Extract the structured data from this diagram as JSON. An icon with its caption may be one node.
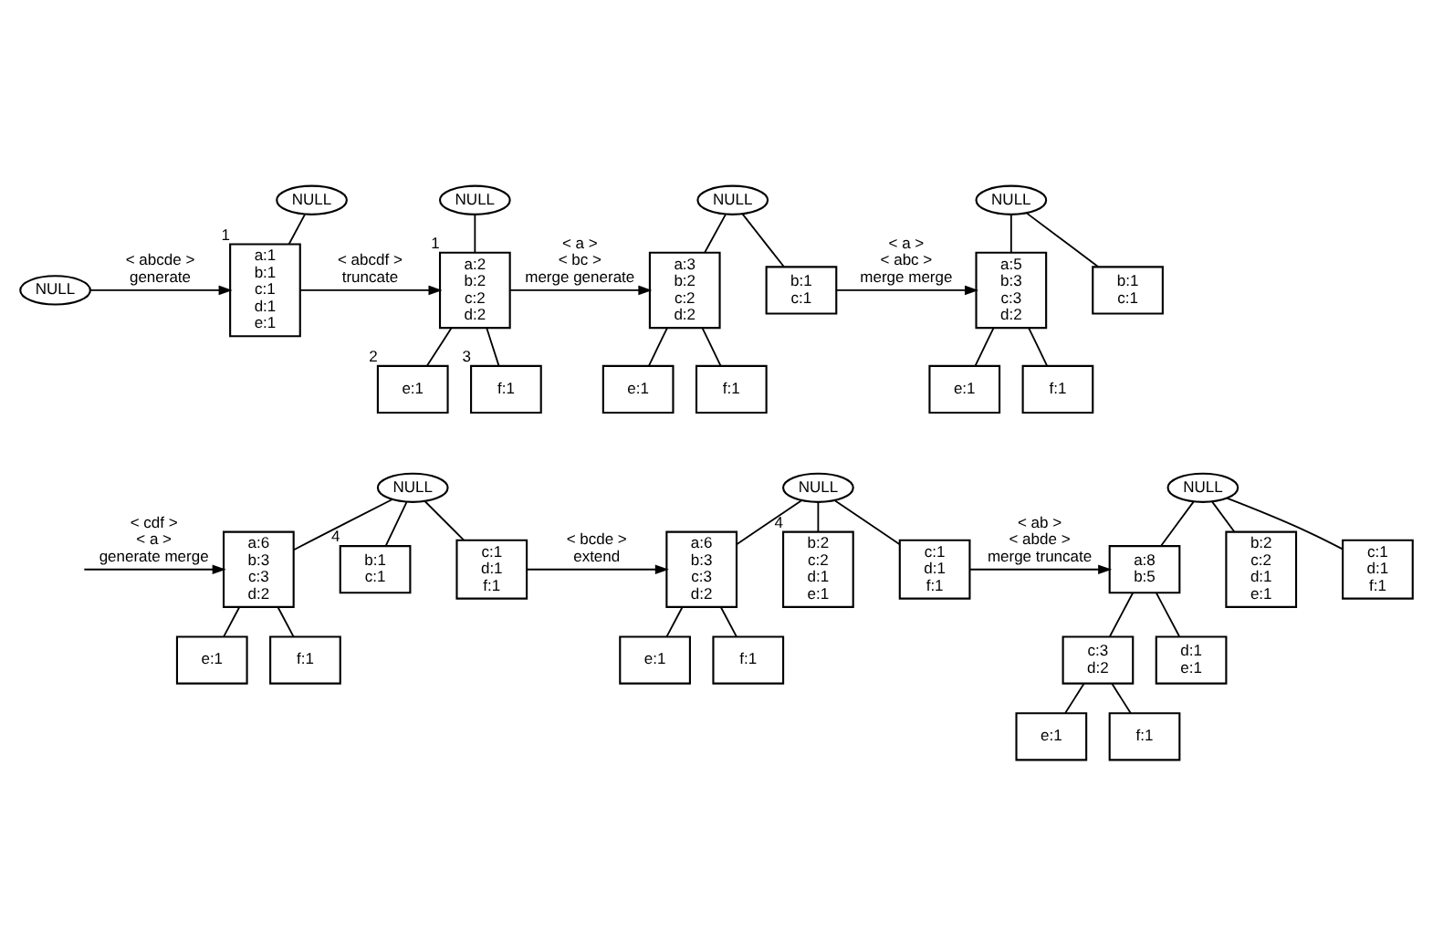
{
  "diagram": {
    "nodes": [
      {
        "text": [
          "NULL"
        ]
      },
      {
        "text": [
          "NULL"
        ]
      },
      {
        "text": [
          "a:1",
          "b:1",
          "c:1",
          "d:1",
          "e:1"
        ],
        "beside": [
          "1"
        ]
      },
      {
        "text": [
          "NULL"
        ]
      },
      {
        "text": [
          "a:2",
          "b:2",
          "c:2",
          "d:2"
        ],
        "beside": [
          "1"
        ]
      },
      {
        "text": [
          "e:1"
        ],
        "beside": [
          "2"
        ]
      },
      {
        "text": [
          "f:1"
        ],
        "beside": [
          "3"
        ]
      },
      {
        "text": [
          "NULL"
        ]
      },
      {
        "text": [
          "a:3",
          "b:2",
          "c:2",
          "d:2"
        ]
      },
      {
        "text": [
          "b:1",
          "c:1"
        ]
      },
      {
        "text": [
          "e:1"
        ]
      },
      {
        "text": [
          "f:1"
        ]
      },
      {
        "text": [
          "NULL"
        ]
      },
      {
        "text": [
          "a:5",
          "b:3",
          "c:3",
          "d:2"
        ]
      },
      {
        "text": [
          "b:1",
          "c:1"
        ]
      },
      {
        "text": [
          "e:1"
        ]
      },
      {
        "text": [
          "f:1"
        ]
      },
      {
        "text": [
          "NULL"
        ]
      },
      {
        "text": [
          "a:6",
          "b:3",
          "c:3",
          "d:2"
        ]
      },
      {
        "text": [
          "b:1",
          "c:1"
        ],
        "beside": [
          "4"
        ]
      },
      {
        "text": [
          "c:1",
          "d:1",
          "f:1"
        ]
      },
      {
        "text": [
          "e:1"
        ]
      },
      {
        "text": [
          "f:1"
        ]
      },
      {
        "text": [
          "NULL"
        ]
      },
      {
        "text": [
          "a:6",
          "b:3",
          "c:3",
          "d:2"
        ]
      },
      {
        "text": [
          "b:2",
          "c:2",
          "d:1",
          "e:1"
        ],
        "beside": [
          "4"
        ]
      },
      {
        "text": [
          "c:1",
          "d:1",
          "f:1"
        ]
      },
      {
        "text": [
          "e:1"
        ]
      },
      {
        "text": [
          "f:1"
        ]
      },
      {
        "text": [
          "NULL"
        ]
      },
      {
        "text": [
          "a:8",
          "b:5"
        ]
      },
      {
        "text": [
          "b:2",
          "c:2",
          "d:1",
          "e:1"
        ]
      },
      {
        "text": [
          "c:1",
          "d:1",
          "f:1"
        ]
      },
      {
        "text": [
          "c:3",
          "d:2"
        ]
      },
      {
        "text": [
          "d:1",
          "e:1"
        ]
      },
      {
        "text": [
          "e:1"
        ]
      },
      {
        "text": [
          "f:1"
        ]
      }
    ],
    "edges": [
      {
        "from": 1,
        "to": 2,
        "arrow": "none"
      },
      {
        "from": 3,
        "to": 4,
        "arrow": "none"
      },
      {
        "from": 4,
        "to": 5,
        "arrow": "none"
      },
      {
        "from": 4,
        "to": 6,
        "arrow": "none"
      },
      {
        "from": 7,
        "to": 8,
        "arrow": "none"
      },
      {
        "from": 7,
        "to": 9,
        "arrow": "none"
      },
      {
        "from": 8,
        "to": 10,
        "arrow": "none"
      },
      {
        "from": 8,
        "to": 11,
        "arrow": "none"
      },
      {
        "from": 12,
        "to": 13,
        "arrow": "none"
      },
      {
        "from": 12,
        "to": 14,
        "arrow": "none"
      },
      {
        "from": 13,
        "to": 15,
        "arrow": "none"
      },
      {
        "from": 13,
        "to": 16,
        "arrow": "none"
      },
      {
        "from": 17,
        "to": 18,
        "arrow": "none"
      },
      {
        "from": 17,
        "to": 19,
        "arrow": "none"
      },
      {
        "from": 17,
        "to": 20,
        "arrow": "none"
      },
      {
        "from": 18,
        "to": 21,
        "arrow": "none"
      },
      {
        "from": 18,
        "to": 22,
        "arrow": "none"
      },
      {
        "from": 23,
        "to": 24,
        "arrow": "none"
      },
      {
        "from": 23,
        "to": 25,
        "arrow": "none"
      },
      {
        "from": 23,
        "to": 26,
        "arrow": "none"
      },
      {
        "from": 24,
        "to": 27,
        "arrow": "none"
      },
      {
        "from": 24,
        "to": 28,
        "arrow": "none"
      },
      {
        "from": 29,
        "to": 30,
        "arrow": "none"
      },
      {
        "from": 29,
        "to": 31,
        "arrow": "none"
      },
      {
        "from": 29,
        "to": 32,
        "arrow": "none"
      },
      {
        "from": 30,
        "to": 33,
        "arrow": "none"
      },
      {
        "from": 30,
        "to": 34,
        "arrow": "none"
      },
      {
        "from": 33,
        "to": 35,
        "arrow": "none"
      },
      {
        "from": 33,
        "to": 36,
        "arrow": "none"
      },
      {
        "from": 0,
        "to": 2,
        "arrow": "to",
        "label": "< abcde > generate"
      },
      {
        "from": 2,
        "to": 4,
        "arrow": "to",
        "label": "< abcdf > truncate"
      },
      {
        "from": 4,
        "to": 8,
        "arrow": "to",
        "label": "< a > < bc > merge generate"
      },
      {
        "from": 9,
        "to": 13,
        "arrow": "to",
        "label": "< a > < abc > merge merge"
      },
      {
        "from": null,
        "to": 18,
        "arrow": "to",
        "label": "< cdf > < a > generate merge"
      },
      {
        "from": 20,
        "to": 24,
        "arrow": "to",
        "label": "< bcde > extend"
      },
      {
        "from": 26,
        "to": 30,
        "arrow": "to",
        "label": "< ab > < abde > merge truncate"
      }
    ]
  }
}
